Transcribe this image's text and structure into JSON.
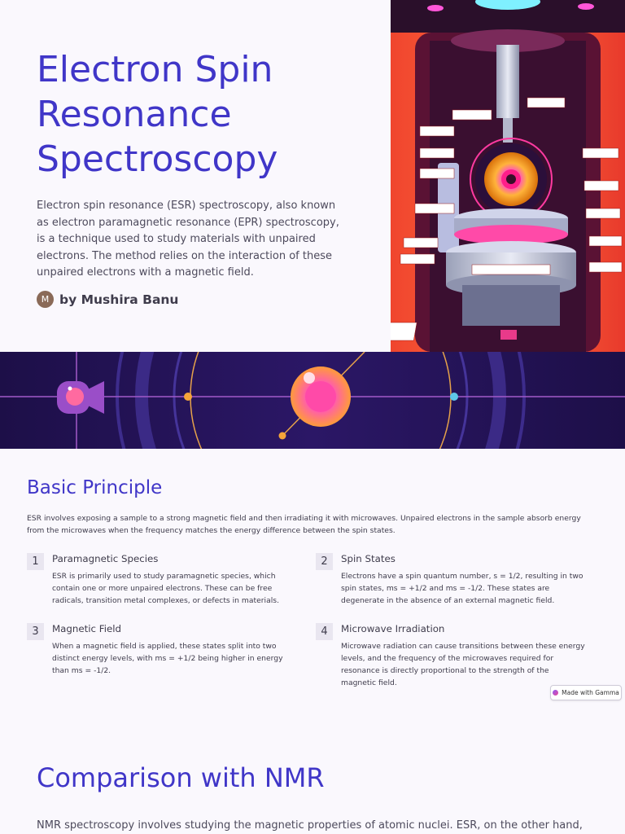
{
  "hero": {
    "title": "Electron Spin Resonance Spectroscopy",
    "description": "Electron spin resonance (ESR) spectroscopy, also known as electron paramagnetic resonance (EPR) spectroscopy, is a technique used to study materials with unpaired electrons. The method relies on the interaction of these unpaired electrons with a magnetic field.",
    "avatar_initial": "M",
    "author": "by Mushira Banu"
  },
  "basic_principle": {
    "title": "Basic Principle",
    "intro": "ESR involves exposing a sample to a strong magnetic field and then irradiating it with microwaves. Unpaired electrons in the sample absorb energy from the microwaves when the frequency matches the energy difference between the spin states.",
    "items": [
      {
        "num": "1",
        "title": "Paramagnetic Species",
        "text": "ESR is primarily used to study paramagnetic species, which contain one or more unpaired electrons. These can be free radicals, transition metal complexes, or defects in materials."
      },
      {
        "num": "2",
        "title": "Spin States",
        "text": "Electrons have a spin quantum number, s = 1/2, resulting in two spin states, ms = +1/2 and ms = -1/2. These states are degenerate in the absence of an external magnetic field."
      },
      {
        "num": "3",
        "title": "Magnetic Field",
        "text": "When a magnetic field is applied, these states split into two distinct energy levels, with ms = +1/2 being higher in energy than ms = -1/2."
      },
      {
        "num": "4",
        "title": "Microwave Irradiation",
        "text": "Microwave radiation can cause transitions between these energy levels, and the frequency of the microwaves required for resonance is directly proportional to the strength of the magnetic field."
      }
    ]
  },
  "badge": {
    "label": "Made with Gamma"
  },
  "comparison": {
    "title": "Comparison with NMR",
    "text": "NMR spectroscopy involves studying the magnetic properties of atomic nuclei. ESR, on the other hand,"
  },
  "colors": {
    "accent": "#4036c8",
    "banner_bg": "#1f1250",
    "hero_red": "#ea3e2d"
  }
}
